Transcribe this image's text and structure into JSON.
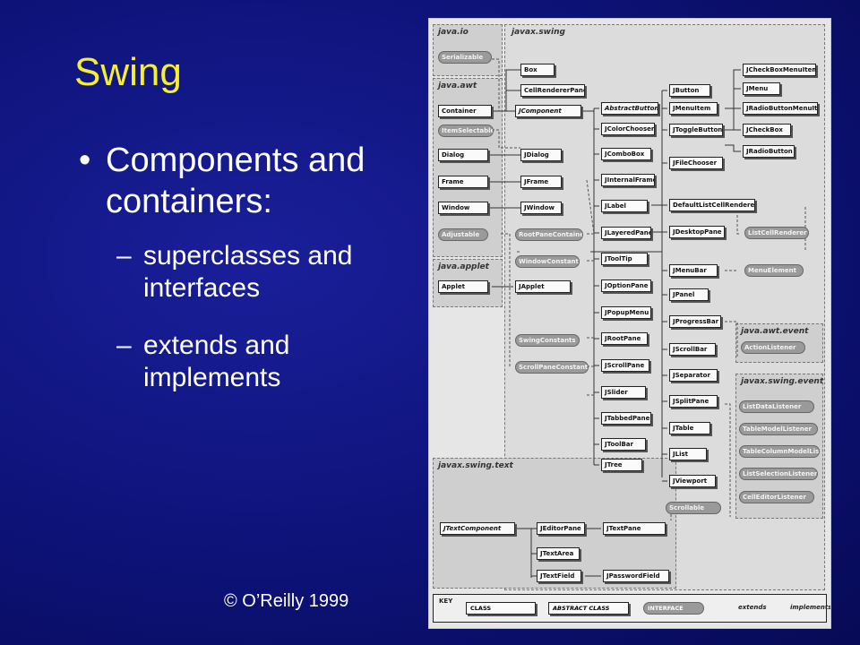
{
  "slide": {
    "title": "Swing",
    "bullet_marker": "•",
    "bullet": "Components and containers:",
    "dash": "–",
    "sub1": "superclasses and interfaces",
    "sub2": "extends and implements",
    "credit": "© O’Reilly 1999"
  },
  "diagram": {
    "packages": {
      "java_io": "java.io",
      "java_awt": "java.awt",
      "java_applet": "java.applet",
      "javax_swing": "javax.swing",
      "javax_swing_text": "javax.swing.text",
      "java_awt_event": "java.awt.event",
      "javax_swing_event": "javax.swing.event"
    },
    "boxes": {
      "serializable": "Serializable",
      "container": "Container",
      "itemselectable": "ItemSelectable",
      "dialog": "Dialog",
      "frame": "Frame",
      "window": "Window",
      "adjustable": "Adjustable",
      "applet": "Applet",
      "box": "Box",
      "cellrendererpane": "CellRendererPane",
      "jcomponent": "JComponent",
      "jdialog": "JDialog",
      "jframe": "JFrame",
      "jwindow": "JWindow",
      "rootpanecontainer": "RootPaneContainer",
      "windowconstants": "WindowConstants",
      "japplet": "JApplet",
      "swingconstants": "SwingConstants",
      "scrollpaneconstants": "ScrollPaneConstants",
      "abstractbutton": "AbstractButton",
      "jcolorchooser": "JColorChooser",
      "jcombobox": "JComboBox",
      "jinternalframe": "JInternalFrame",
      "jlabel": "JLabel",
      "jlayeredpane": "JLayeredPane",
      "jtooltip": "JToolTip",
      "joptionpane": "JOptionPane",
      "jpopupmenu": "JPopupMenu",
      "jrootpane": "JRootPane",
      "jscrollpane": "JScrollPane",
      "jslider": "JSlider",
      "jtabbedpane": "JTabbedPane",
      "jtoolbar": "JToolBar",
      "jtree": "JTree",
      "jbutton": "JButton",
      "jmenuitem": "JMenuItem",
      "jtogglebutton": "JToggleButton",
      "jfilechooser": "JFileChooser",
      "defaultlistcellrenderer": "DefaultListCellRenderer",
      "jdesktoppane": "JDesktopPane",
      "jmenubar": "JMenuBar",
      "jpanel": "JPanel",
      "jprogressbar": "JProgressBar",
      "jscrollbar": "JScrollBar",
      "jseparator": "JSeparator",
      "jsplitpane": "JSplitPane",
      "jtable": "JTable",
      "jlist": "JList",
      "jviewport": "JViewport",
      "scrollable": "Scrollable",
      "jcheckboxmenuitem": "JCheckBoxMenuItem",
      "jmenu": "JMenu",
      "jradiobuttonmenuitem": "JRadioButtonMenuItem",
      "jcheckbox": "JCheckBox",
      "jradiobutton": "JRadioButton",
      "listcellrenderer": "ListCellRenderer",
      "menuelement": "MenuElement",
      "actionlistener": "ActionListener",
      "listdatalistener": "ListDataListener",
      "tablemodellistener": "TableModelListener",
      "tablecolumnmodellistener": "TableColumnModelListener",
      "listselectionlistener": "ListSelectionListener",
      "celleditorlistener": "CellEditorListener",
      "jtextcomponent": "JTextComponent",
      "jeditorpane": "JEditorPane",
      "jtextarea": "JTextArea",
      "jtextfield": "JTextField",
      "jtextpane": "JTextPane",
      "jpasswordfield": "JPasswordField"
    },
    "key": {
      "title": "KEY",
      "class": "CLASS",
      "abstract_class": "ABSTRACT CLASS",
      "interface": "INTERFACE",
      "extends": "extends",
      "implements": "implements"
    }
  }
}
